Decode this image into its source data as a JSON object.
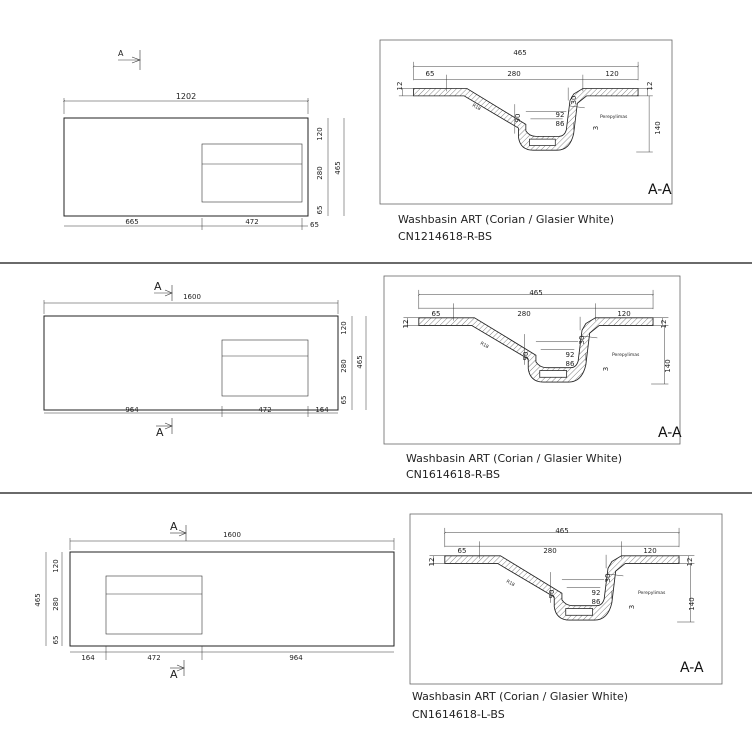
{
  "section_label": "A",
  "section_view_label": "A-A",
  "profile_dims": {
    "total": "465",
    "left": "65",
    "middle": "280",
    "right": "120",
    "thickness": "12",
    "depth": "90",
    "height": "140",
    "inner_width": "92",
    "bottom_width": "86",
    "lip": "30",
    "step": "3",
    "note": "Perepylimas",
    "tag": "R18"
  },
  "products": [
    {
      "title": "Washbasin ART (Corian / Glasier White)",
      "code": "CN1214618-R-BS",
      "dims": {
        "length": "1202",
        "depth": "465",
        "back": "120",
        "basin": "280",
        "front": "65",
        "left": "665",
        "width": "472",
        "right": "65"
      }
    },
    {
      "title": "Washbasin ART (Corian / Glasier White)",
      "code": "CN1614618-R-BS",
      "dims": {
        "length": "1600",
        "depth": "465",
        "back": "120",
        "basin": "280",
        "front": "65",
        "left": "964",
        "width": "472",
        "right": "164"
      }
    },
    {
      "title": "Washbasin ART (Corian / Glasier White)",
      "code": "CN1614618-L-BS",
      "dims": {
        "length": "1600",
        "depth": "465",
        "back": "120",
        "basin": "280",
        "front": "65",
        "left": "164",
        "width": "472",
        "right": "964"
      }
    }
  ]
}
